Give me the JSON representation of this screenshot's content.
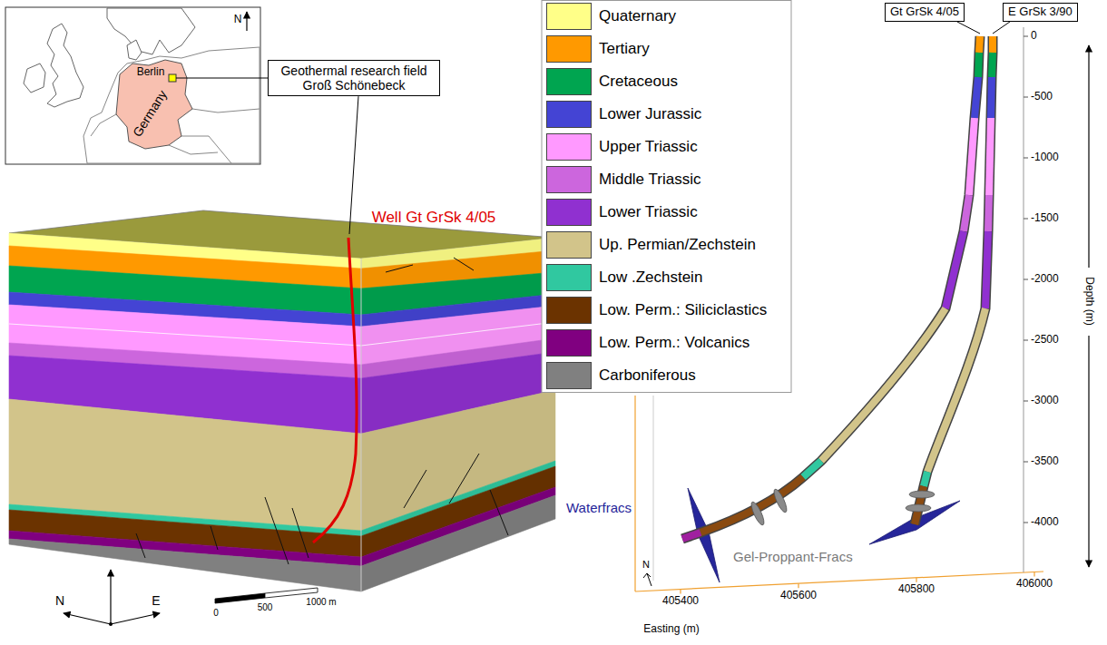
{
  "diagram": {
    "nodes": [
      {
        "text": [
          "Geothermal research field Groß Schönebeck"
        ]
      },
      {
        "text": [
          "Gt GrSk 4/05"
        ]
      },
      {
        "text": [
          "E GrSk 3/90"
        ]
      }
    ],
    "labels": [
      "N",
      "Berlin",
      "Germany",
      "Well Gt GrSk 4/05",
      "N",
      "E",
      "0",
      "500",
      "1000 m",
      "0",
      "-500",
      "-1000",
      "-1500",
      "-2000",
      "-2500",
      "-3000",
      "-3500",
      "-4000",
      "Depth (m)",
      "Waterfracs",
      "Gel-Proppant-Fracs",
      "N",
      "405400",
      "405600",
      "405800",
      "406000",
      "Easting (m)"
    ],
    "legend": [
      {
        "text": "Quaternary",
        "color": "#ffff88"
      },
      {
        "text": "Tertiary",
        "color": "#ff9900"
      },
      {
        "text": "Cretaceous",
        "color": "#00a550"
      },
      {
        "text": "Lower Jurassic",
        "color": "#4444d4"
      },
      {
        "text": "Upper Triassic",
        "color": "#ff99ff"
      },
      {
        "text": "Middle Triassic",
        "color": "#cc66dd"
      },
      {
        "text": "Lower Triassic",
        "color": "#9030d0"
      },
      {
        "text": "Up. Permian/Zechstein",
        "color": "#d2c48a"
      },
      {
        "text": "Low .Zechstein",
        "color": "#30c8a0"
      },
      {
        "text": "Low. Perm.: Siliciclastics",
        "color": "#6b3300"
      },
      {
        "text": "Low. Perm.: Volcanics",
        "color": "#800080"
      },
      {
        "text": "Carboniferous",
        "color": "#808080"
      }
    ]
  }
}
